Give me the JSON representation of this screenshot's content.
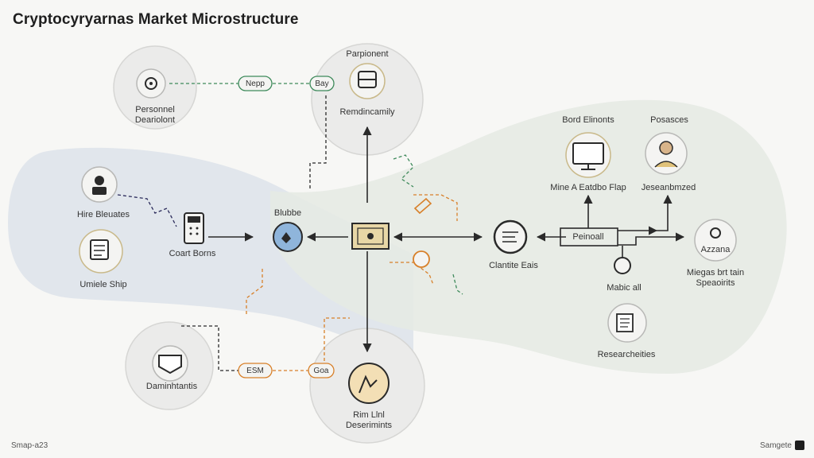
{
  "title": "Cryptocyryarnas Market Microstructure",
  "labels": {
    "personal": [
      "Personnel",
      "Deariolont"
    ],
    "participant": "Parpionent",
    "reminder": "Remdincamily",
    "hire": "Hire Bleuates",
    "unrele": "Umiele Ship",
    "court": "Coart Borns",
    "blubbe": "Blubbe",
    "board": "Bord Elinonts",
    "persons": "Posasces",
    "mine": "Mine A Eatdbo Flap",
    "jeson": "Jeseanbmzed",
    "cluster": "Clantite Eais",
    "pencil": "Peinoall",
    "magic": "Mabic all",
    "azzam": "Azzana",
    "megas": [
      "Miegas brt tain",
      "Speaoirits"
    ],
    "research": "Researcheities",
    "domin": "Daminhtantis",
    "rim": [
      "Rim Llnl",
      "Deserimints"
    ]
  },
  "tags": {
    "nepp": "Nepp",
    "bay": "Bay",
    "esm": "ESM",
    "goa": "Goa"
  },
  "footer": {
    "left": "Smap-a23",
    "right": "Samgete"
  }
}
